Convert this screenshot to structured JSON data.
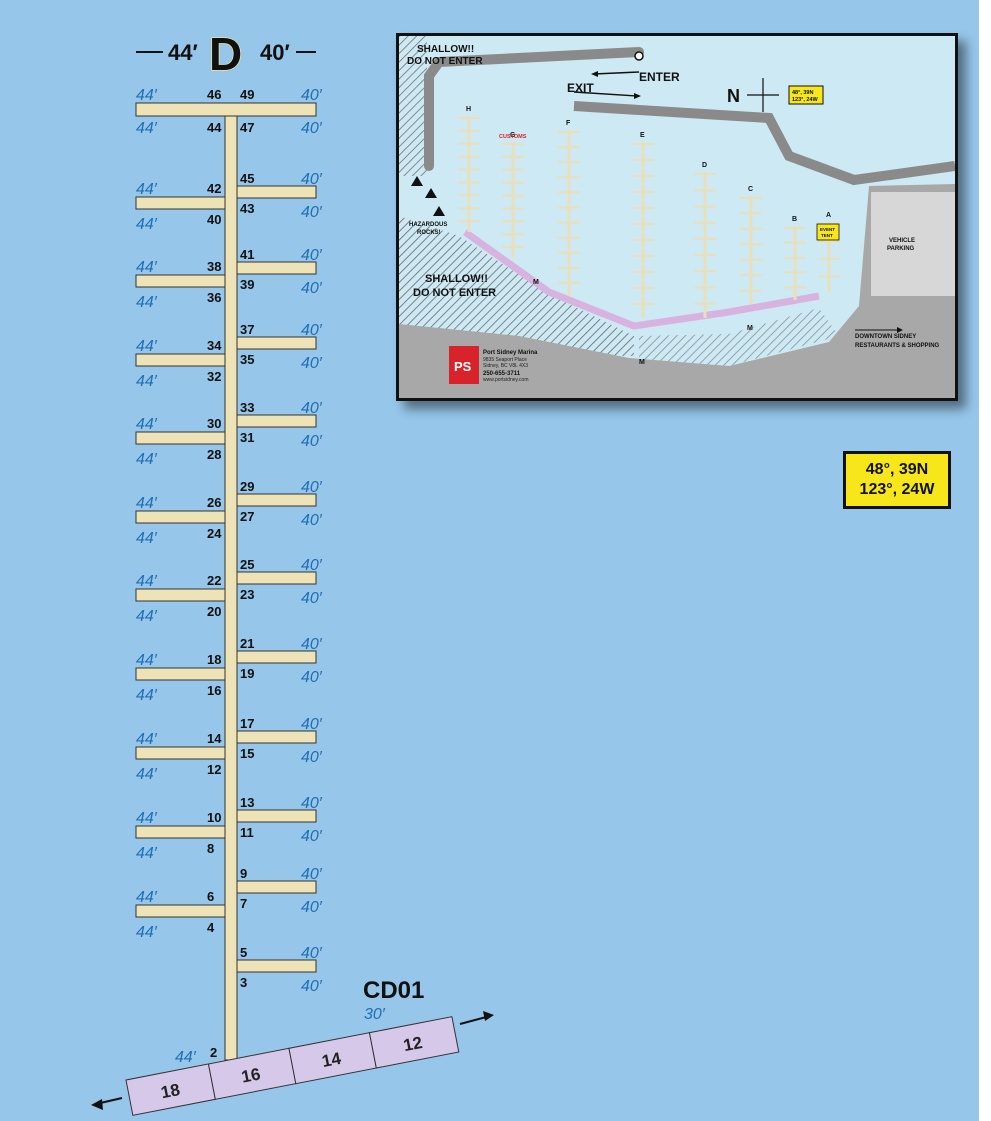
{
  "header": {
    "left_length": "44′",
    "dock_letter": "D",
    "right_length": "40′"
  },
  "main_dock": {
    "left_length": "44′",
    "right_length": "40′",
    "top_slips": {
      "left_above": "46",
      "left_below": "44",
      "right_above": "49",
      "right_below": "47"
    },
    "left_fingers": [
      {
        "above": "42",
        "below": "40"
      },
      {
        "above": "38",
        "below": "36"
      },
      {
        "above": "34",
        "below": "32"
      },
      {
        "above": "30",
        "below": "28"
      },
      {
        "above": "26",
        "below": "24"
      },
      {
        "above": "22",
        "below": "20"
      },
      {
        "above": "18",
        "below": "16"
      },
      {
        "above": "14",
        "below": "12"
      },
      {
        "above": "10",
        "below": "8"
      },
      {
        "above": "6",
        "below": "4"
      }
    ],
    "right_fingers": [
      {
        "above": "45",
        "below": "43"
      },
      {
        "above": "41",
        "below": "39"
      },
      {
        "above": "37",
        "below": "35"
      },
      {
        "above": "33",
        "below": "31"
      },
      {
        "above": "29",
        "below": "27"
      },
      {
        "above": "25",
        "below": "23"
      },
      {
        "above": "21",
        "below": "19"
      },
      {
        "above": "17",
        "below": "15"
      },
      {
        "above": "13",
        "below": "11"
      },
      {
        "above": "9",
        "below": "7"
      },
      {
        "above": "5",
        "below": "3"
      }
    ],
    "bottom_slip": "2"
  },
  "cd_dock": {
    "label": "CD01",
    "length": "30′",
    "slips": [
      "18",
      "16",
      "14",
      "12"
    ]
  },
  "coordinates": {
    "line1": "48°, 39N",
    "line2": "123°, 24W"
  },
  "inset_map": {
    "shallow_top": [
      "SHALLOW!!",
      "DO NOT ENTER"
    ],
    "shallow_bottom": [
      "SHALLOW!!",
      "DO NOT ENTER"
    ],
    "enter_label": "ENTER",
    "exit_label": "EXIT",
    "north_label": "N",
    "coord_tag": [
      "48°, 39N",
      "123°, 24W"
    ],
    "hazard_label": [
      "HAZARDOUS",
      "ROCKS!"
    ],
    "customs_label": "CUSTOMS",
    "dock_letters": [
      "H",
      "G",
      "F",
      "E",
      "D",
      "C",
      "B",
      "A"
    ],
    "event_tent": [
      "EVENT",
      "TENT"
    ],
    "vehicle_parking": [
      "VEHICLE",
      "PARKING"
    ],
    "downtown": [
      "DOWNTOWN SIDNEY",
      "RESTAURANTS & SHOPPING"
    ],
    "marker_m": "M",
    "logo_monogram": "PS",
    "marina_info": [
      "Port Sidney Marina",
      "9835 Seaport Place",
      "Sidney, BC V8L 4X3",
      "250-655-3711",
      "www.portsidney.com"
    ]
  },
  "colors": {
    "water": "#96c6ea",
    "dock": "#eee3b6",
    "cd_dock": "#d5c8e8",
    "length_text": "#1f6fb4",
    "coord_box": "#f6e61a"
  }
}
